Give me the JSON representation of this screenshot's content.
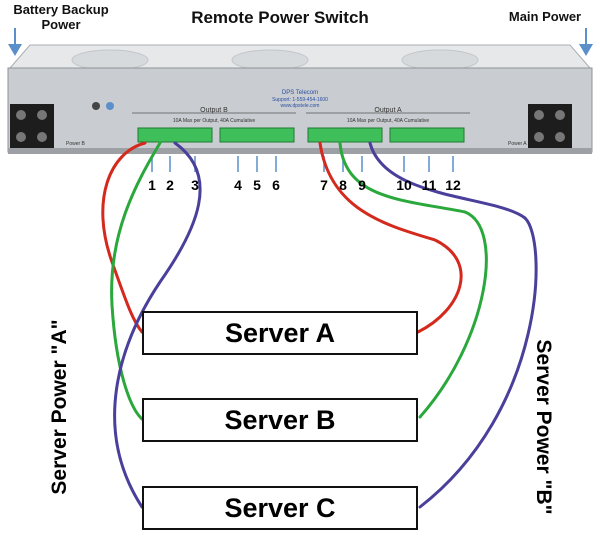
{
  "title": "Remote Power Switch",
  "battery_label": "Battery Backup\nPower",
  "main_label": "Main Power",
  "device": {
    "brand": "DPS Telecom",
    "support": "Support: 1-559-454-1600",
    "website": "www.dpstele.com",
    "output_b": "Output B",
    "output_a": "Output A",
    "output_b_note": "10A Max per Output, 40A Cumulative",
    "output_a_note": "10A Max per Output, 40A Cumulative",
    "fuse_left": "Power B",
    "fuse_right": "Power A"
  },
  "ports": [
    "1",
    "2",
    "3",
    "4",
    "5",
    "6",
    "7",
    "8",
    "9",
    "10",
    "11",
    "12"
  ],
  "servers": [
    "Server A",
    "Server B",
    "Server C"
  ],
  "side_left": "Server Power \"A\"",
  "side_right": "Server Power \"B\"",
  "wire_colors": {
    "red": "#d42a1e",
    "green": "#2aa83c",
    "blue": "#4a3f9a"
  },
  "device_colors": {
    "body": "#cfd2d6",
    "terminal": "#3fbf5a",
    "arrow": "#5b8fc9"
  }
}
